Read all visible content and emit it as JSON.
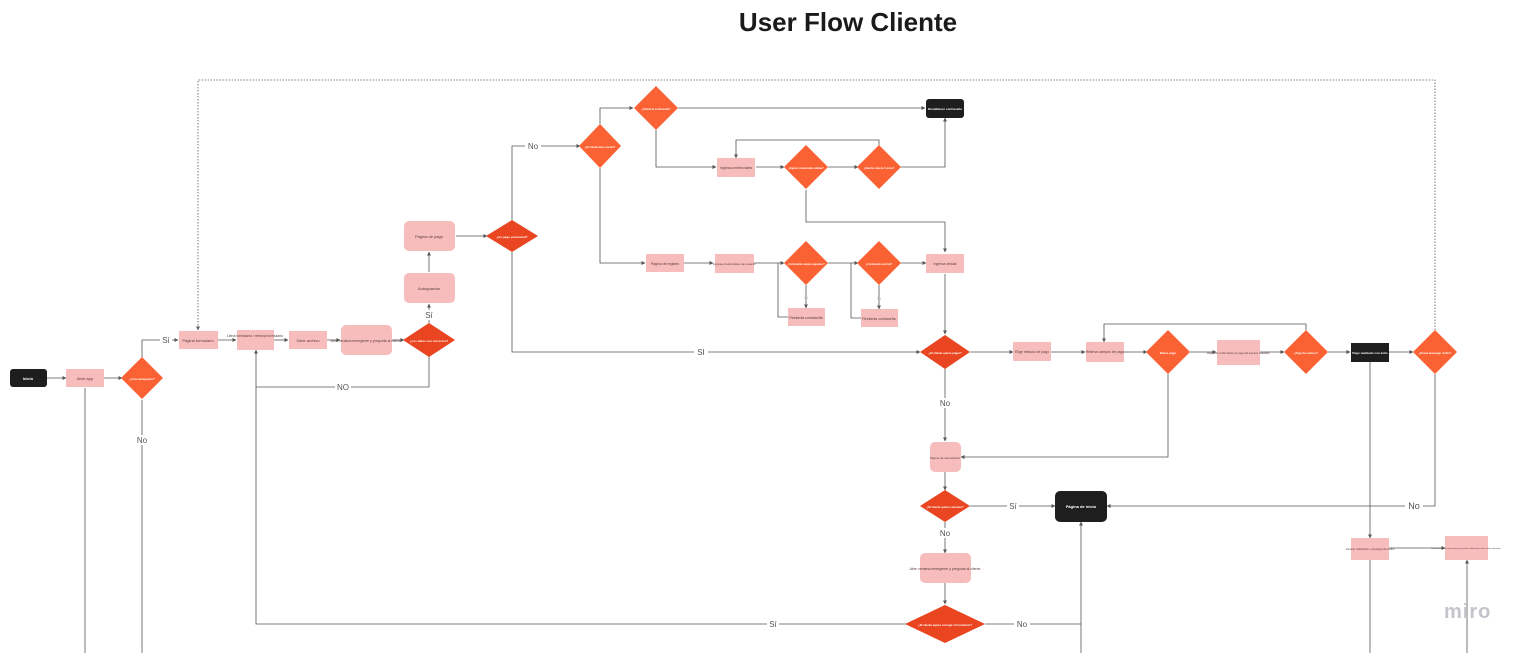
{
  "title": "User Flow Cliente",
  "watermark": "miro",
  "colors": {
    "process_fill": "#f7bdbd",
    "decision_fill": "#fb6233",
    "decision_fill_dark": "#e84520",
    "terminal_fill": "#1e1e1e",
    "line": "#555555"
  },
  "nodes": {
    "inicio": "Inicio",
    "abrir_app": "Abrir app",
    "usa_navegador": "¿Usa navegador?",
    "pagina_formulario": "Página formulario",
    "llena_formulario": "Llena formulario / reenvía formulario",
    "sube_archivo": "Sube archivo",
    "abre_ventana_1": "Abre ventana emergente y pregunta al cliente",
    "son_datos_correctos": "¿Los datos son correctos?",
    "autoguardar": "Autoguardar",
    "pagina_pago_1": "Página de pago",
    "es_pago_presencial": "¿Es pago presencial?",
    "cliente_tiene_cuenta": "¿El cliente tiene cuenta?",
    "olvido_contrasena": "¿Olvidó la contraseña?",
    "restablecer_contrasena": "Restablecer contraseña",
    "ingresa_credenciales": "Ingresa credenciales",
    "credenciales_validas": "¿Ingresó credenciales válidas?",
    "intentos": "¿Intentos más de 3 veces?",
    "pagina_registro": "Página de registro",
    "ingresa_cred_usuario": "Ingresa credenciales de usuario",
    "contrasena_cumple": "¿Contraseña cumple requisitos?",
    "reintenta_1": "Reintenta contraseña",
    "contrasena_coincide": "¿Contraseña coincide?",
    "reintenta_2": "Reintenta contraseña",
    "ingresa_cedula": "Ingresa cédula",
    "cliente_quiere_pagar": "¿El cliente quiere pagar?",
    "elige_metodo": "Elige método de pago",
    "rellena_campos": "Rellena campos de pago",
    "datos_pago": "Datos pago",
    "pagina_confirmacion_pago": "Página de confirmación de pago del proceso realizado",
    "pago_exitoso": "¿Pago fue exitoso?",
    "pago_realizado": "Pago realizado con éxito",
    "desea_descargar": "¿Desea descargar recibo?",
    "pagina_cancelacion": "Página de cancelación",
    "cliente_quiere_cancelar": "¿El cliente quiere cancelar?",
    "pagina_inicio": "Página de inicio",
    "abre_ventana_2": "Abre ventana emergente y pregunta al cliente",
    "quiere_corregir": "¿El cliente quiere corregir el formulario?",
    "generar_notificacion": "Generar notificación y descarga del recibo",
    "enviar_notificacion": "Enviar notificación y descarga al panel de notificaciones del usuario solicitante"
  },
  "edges": {
    "si": "Sí",
    "no": "No",
    "no_caps": "NO",
    "si_upper": "SI"
  }
}
